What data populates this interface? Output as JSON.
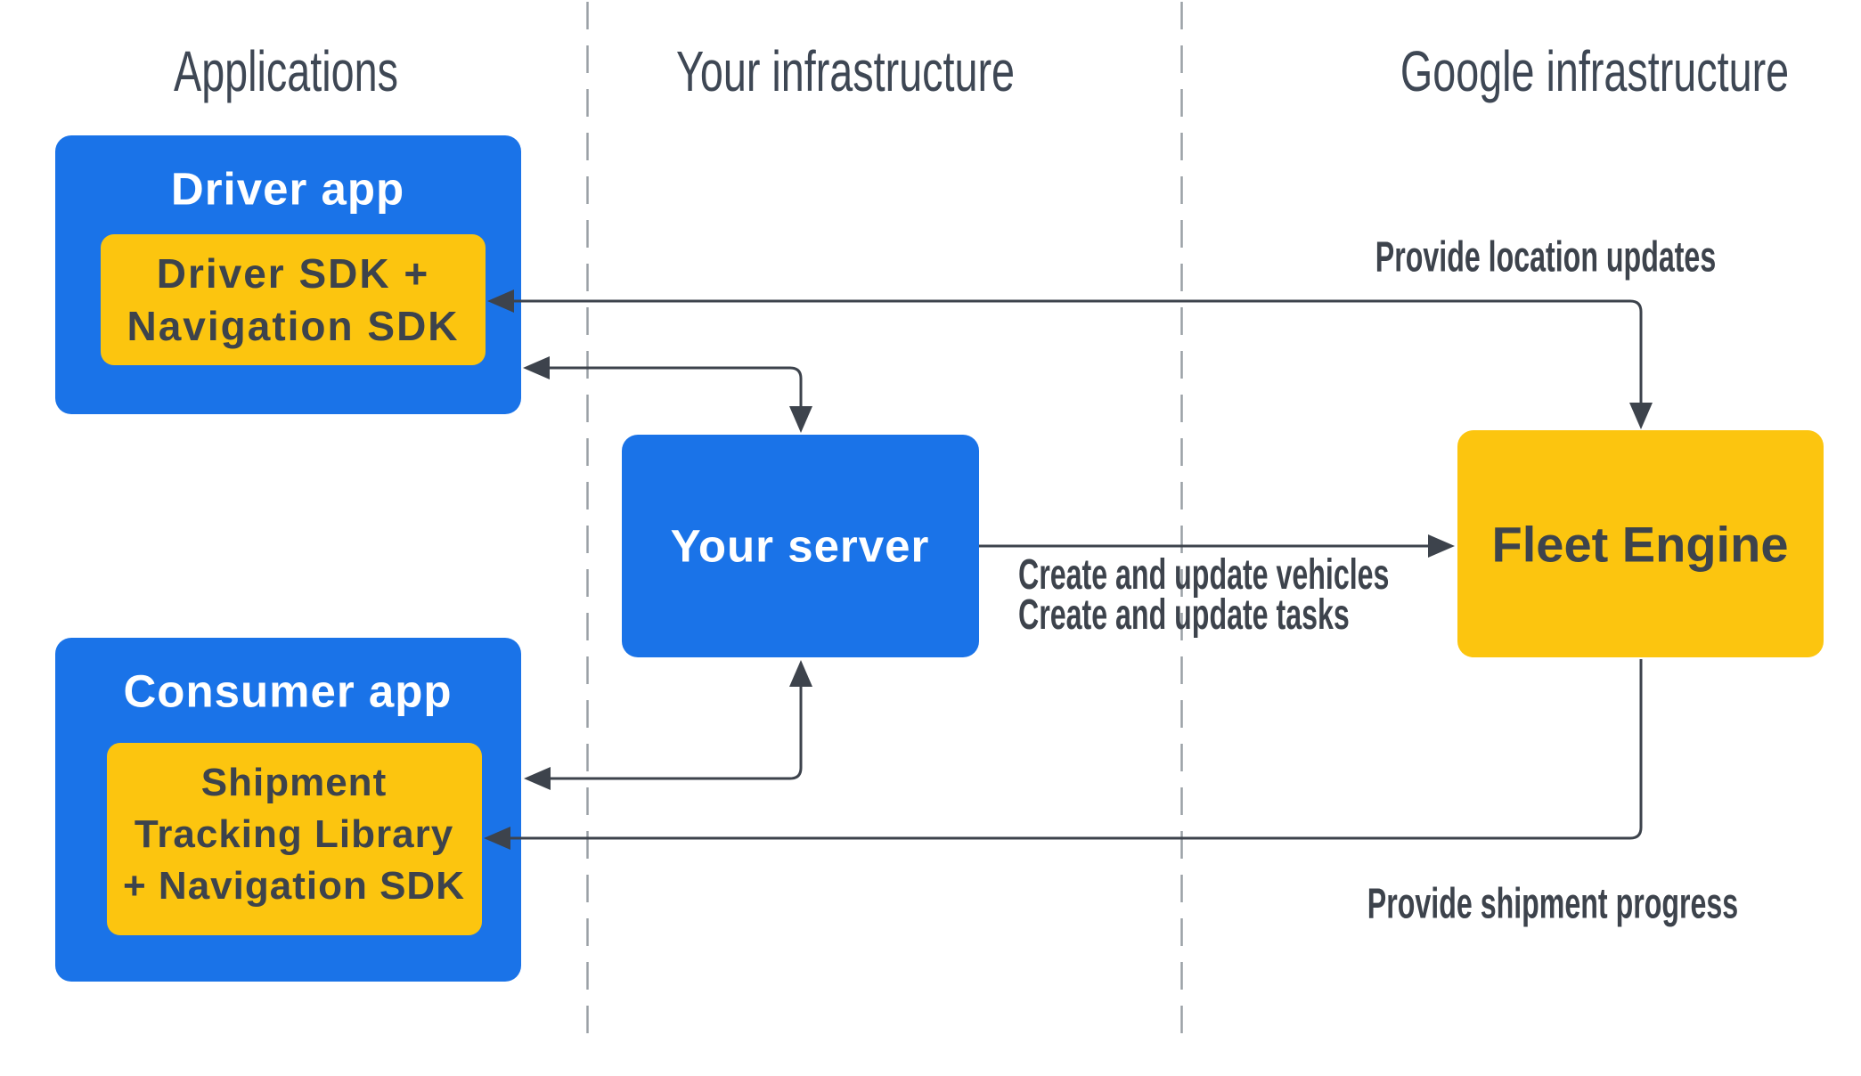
{
  "columns": [
    {
      "label": "Applications"
    },
    {
      "label": "Your infrastructure"
    },
    {
      "label": "Google infrastructure"
    }
  ],
  "nodes": {
    "driver_app": {
      "title": "Driver app",
      "sdk": {
        "line1": "Driver SDK +",
        "line2": "Navigation SDK"
      }
    },
    "your_server": {
      "title": "Your server"
    },
    "fleet_engine": {
      "title": "Fleet Engine"
    },
    "consumer_app": {
      "title": "Consumer app",
      "library": {
        "line1": "Shipment",
        "line2": "Tracking Library",
        "line3": "+ Navigation SDK"
      }
    }
  },
  "edges": {
    "provide_location_updates": {
      "label": "Provide location updates"
    },
    "create_and_update": {
      "line1": "Create and update vehicles",
      "line2": "Create and update tasks"
    },
    "provide_shipment_progress": {
      "label": "Provide shipment progress"
    }
  },
  "colors": {
    "blue": "#1A73E8",
    "yellow": "#FCC50F",
    "arrow": "#3D434C",
    "dark_text": "#3D434C",
    "white_text": "#FFFFFF",
    "header_text": "#3E4754",
    "dashed_divider": "#9AA0A6"
  }
}
